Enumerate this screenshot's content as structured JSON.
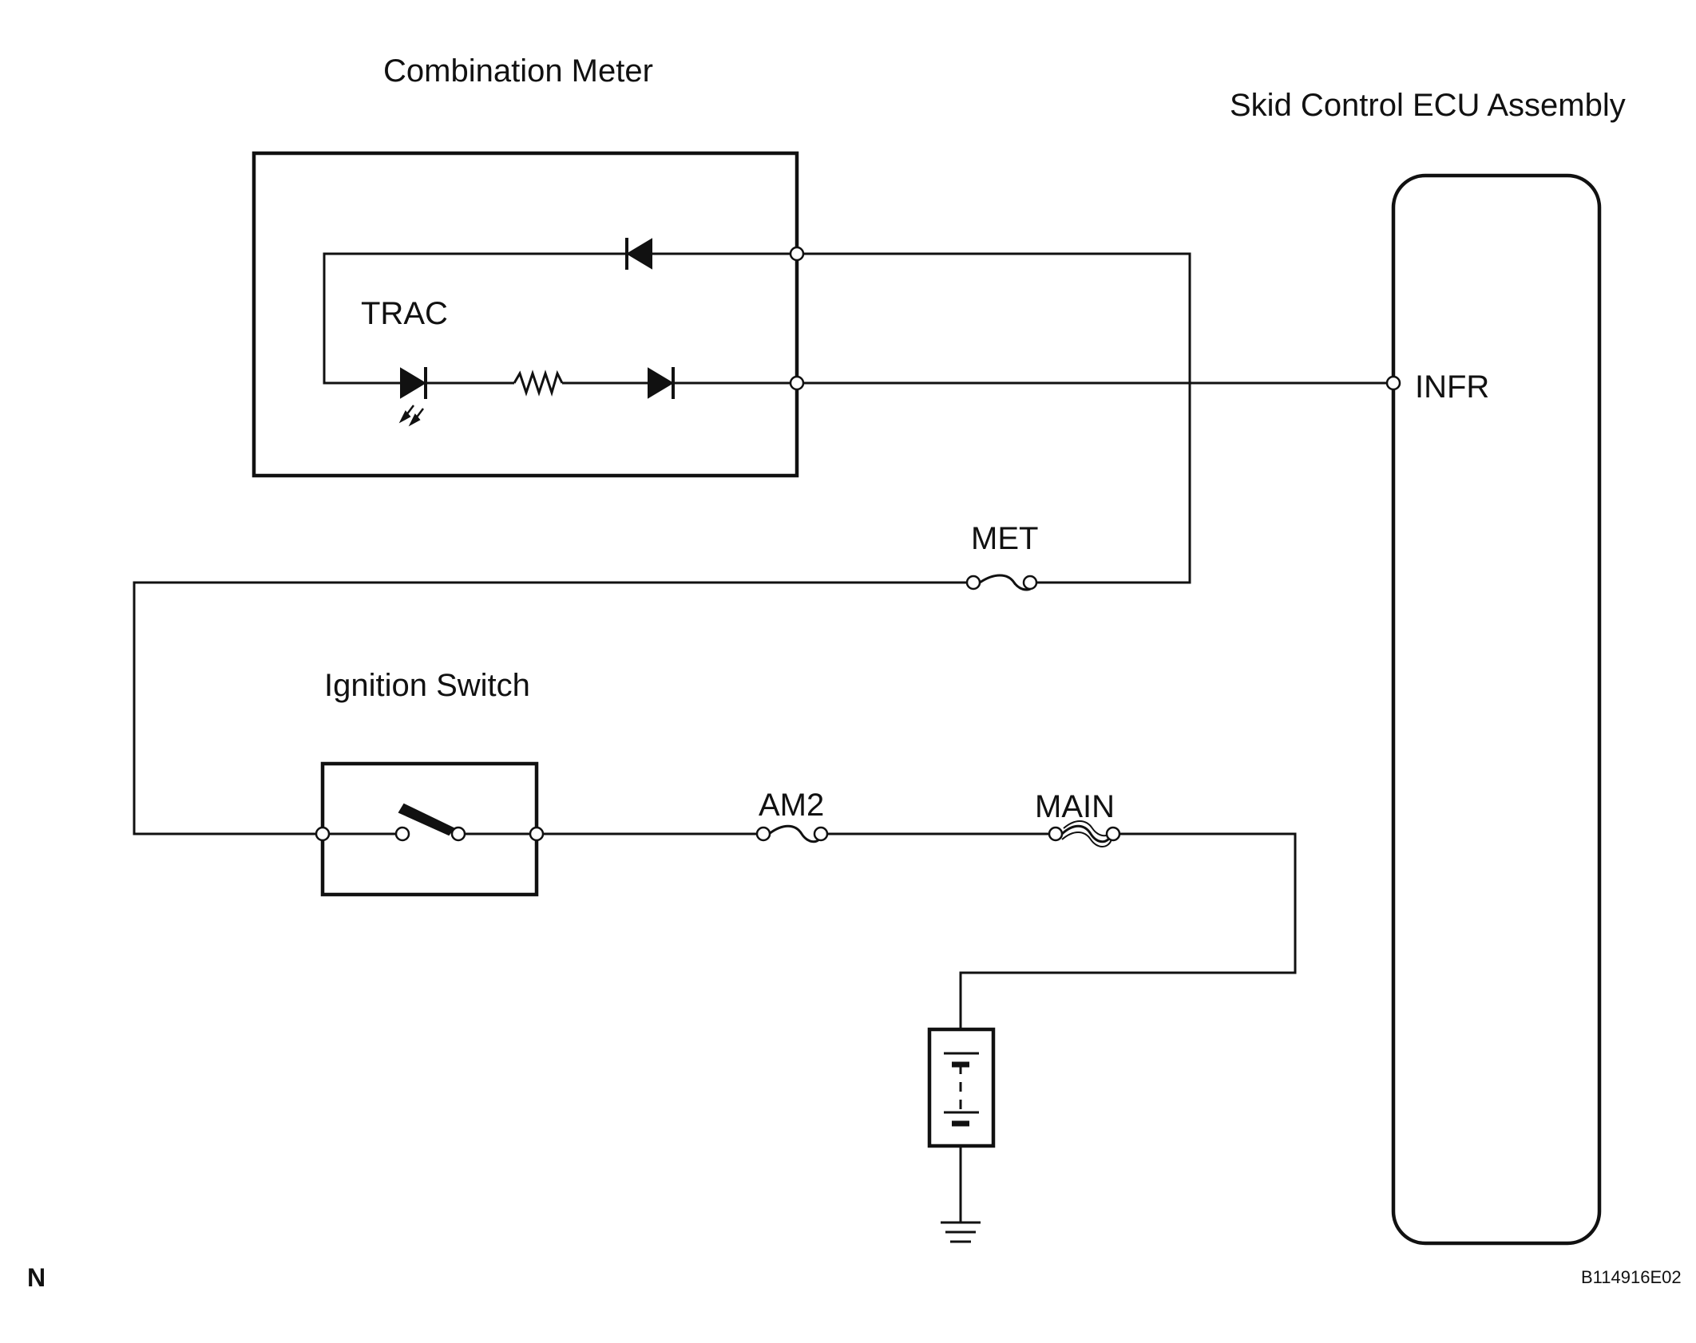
{
  "labels": {
    "combination_meter": "Combination Meter",
    "skid_control_ecu": "Skid Control ECU Assembly",
    "trac": "TRAC",
    "infr": "INFR",
    "met": "MET",
    "ignition_switch": "Ignition Switch",
    "am2": "AM2",
    "main": "MAIN",
    "corner_mark": "N",
    "figure_code": "B114916E02"
  },
  "icons": {
    "diode": "diode-icon",
    "led": "led-icon",
    "resistor": "resistor-icon",
    "fuse": "fuse-icon",
    "fusible_link": "fusible-link-icon",
    "switch": "switch-icon",
    "battery": "battery-icon",
    "ground": "ground-icon"
  }
}
